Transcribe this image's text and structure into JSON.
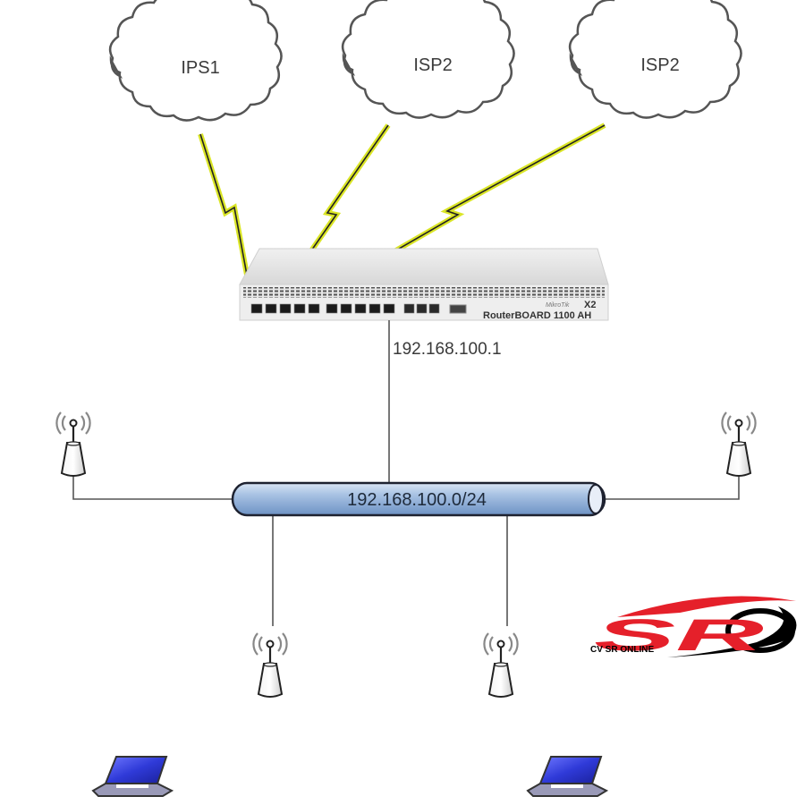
{
  "diagram": {
    "title": "Multi-WAN load balancing network topology",
    "clouds": [
      {
        "id": "isp-cloud-1",
        "label": "IPS1"
      },
      {
        "id": "isp-cloud-2",
        "label": "ISP2"
      },
      {
        "id": "isp-cloud-3",
        "label": "ISP2"
      }
    ],
    "router": {
      "brand_small": "MikroTik",
      "model_tag": "X2",
      "model_name": "RouterBOARD 1100 AH",
      "lan_ip": "192.168.100.1",
      "ethernet_ports": 10,
      "sfp_ports": 3
    },
    "lan": {
      "subnet": "192.168.100.0/24"
    },
    "access_points": [
      {
        "id": "ap-left"
      },
      {
        "id": "ap-right"
      },
      {
        "id": "ap-bottom-left"
      },
      {
        "id": "ap-bottom-right"
      }
    ],
    "clients": [
      {
        "id": "laptop-left",
        "type": "laptop"
      },
      {
        "id": "laptop-right",
        "type": "laptop"
      }
    ],
    "watermark": {
      "logo_letters": "SR",
      "company": "CV SR ONLINE"
    },
    "colors": {
      "link_highlight": "#c8d400",
      "pipe_fill": "#9dbbe0",
      "laptop_screen": "#2f3ad8",
      "logo_red": "#e5202a",
      "logo_black": "#000000"
    }
  }
}
